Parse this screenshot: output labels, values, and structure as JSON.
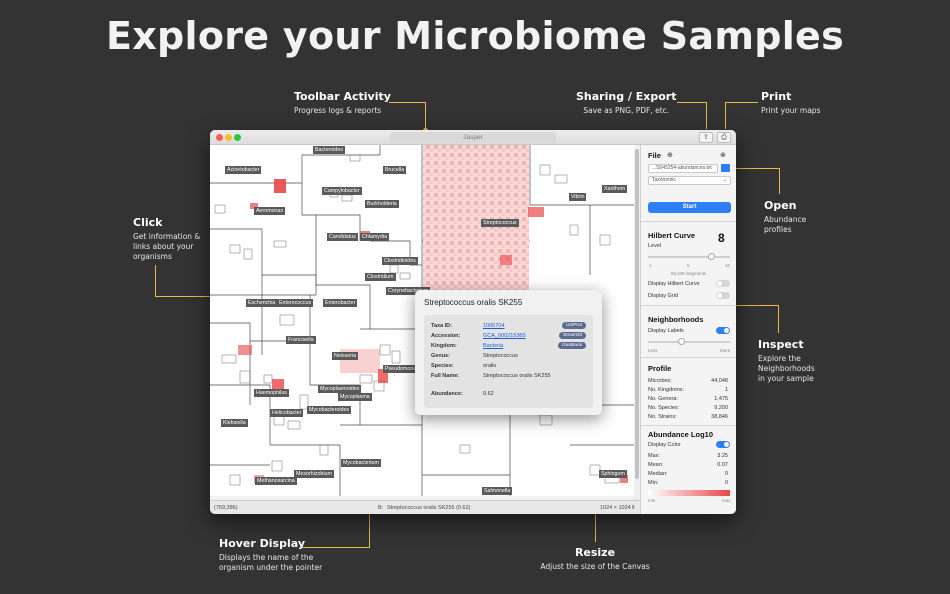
{
  "headline": "Explore your Microbiome Samples",
  "callouts": {
    "toolbar": {
      "title": "Toolbar Activity",
      "desc": "Progress logs & reports"
    },
    "sharing": {
      "title": "Sharing / Export",
      "desc": "Save as PNG, PDF, etc."
    },
    "print": {
      "title": "Print",
      "desc": "Print your maps"
    },
    "click": {
      "title": "Click",
      "desc1": "Get information &",
      "desc2": "links about your",
      "desc3": "organisms"
    },
    "open": {
      "title": "Open",
      "desc1": "Abundance",
      "desc2": "profiles"
    },
    "inspect": {
      "title": "Inspect",
      "desc1": "Explore the",
      "desc2": "Neighborhoods",
      "desc3": "in your sample"
    },
    "hover": {
      "title": "Hover Display",
      "desc1": "Displays the name of the",
      "desc2": "organism under the pointer"
    },
    "resize": {
      "title": "Resize",
      "desc": "Adjust the size of the Canvas"
    }
  },
  "window": {
    "title": "Jasper",
    "share_icon": "share-icon",
    "print_icon": "printer-icon"
  },
  "map_labels": {
    "bacteroides": "Bacteroides",
    "acinetobacter": "Acinetobacter",
    "brucella": "Brucella",
    "campylobacter": "Campylobacter",
    "burkholderia": "Burkholderia",
    "aeromonas": "Aeromonas",
    "candidatus": "Candidatus",
    "chlamydia": "Chlamydia",
    "clostridioides": "Clostridioides",
    "clostridium": "Clostridium",
    "corynebacterium": "Corynebacterium",
    "escherichia": "Escherichia",
    "enterococcus": "Enterococcus",
    "enterobacter": "Enterobacter",
    "francisella": "Francisella",
    "neisseria": "Neisseria",
    "pseudomonas": "Pseudomonas",
    "mycoplasma": "Mycoplasma",
    "mycoplasmoides": "Mycoplasmoides",
    "haemophilus": "Haemophilus",
    "mycobacteroides": "Mycobacteroides",
    "helicobacter": "Helicobacter",
    "klebsiella": "Klebsiella",
    "mycobacterium": "Mycobacterium",
    "mesorhizobium": "Mesorhizobium",
    "methanosarcina": "Methanosarcina",
    "streptococcus": "Streptococcus",
    "vibrio": "Vibrio",
    "xanthomonas": "Xanthom",
    "salmonella": "Salmonella",
    "sphingomonas": "Sphingom"
  },
  "statusbar": {
    "coords": "(759,386)",
    "hover_prefix": "B:",
    "hover_name": "Streptococcus oralis SK255 (0.62)",
    "size": "1024 × 1024"
  },
  "sidebar": {
    "file": {
      "label": "File",
      "filename": "...S045254-abundances.txt",
      "taxonomy": "Taxonomic",
      "start": "Start"
    },
    "hilbert": {
      "label": "Hilbert Curve",
      "level_label": "Level",
      "level_value": "8",
      "tick_min": "1",
      "tick_mid": "5",
      "tick_max": "10",
      "segments": "65,536 Segments",
      "display_curve": "Display Hilbert Curve",
      "display_grid": "Display Grid"
    },
    "neighborhoods": {
      "label": "Neighborhoods",
      "display_labels": "Display Labels",
      "less": "Less",
      "more": "More"
    },
    "profile": {
      "label": "Profile",
      "rows": [
        {
          "k": "Microbes:",
          "v": "44,048"
        },
        {
          "k": "No. Kingdoms:",
          "v": "1"
        },
        {
          "k": "No. Genera:",
          "v": "1,475"
        },
        {
          "k": "No. Species:",
          "v": "9,200"
        },
        {
          "k": "No. Strains:",
          "v": "38,846"
        }
      ]
    },
    "abundance": {
      "label": "Abundance Log10",
      "display_color": "Display Color",
      "rows": [
        {
          "k": "Max:",
          "v": "3.25"
        },
        {
          "k": "Mean:",
          "v": "0.07"
        },
        {
          "k": "Median:",
          "v": "0"
        },
        {
          "k": "Min:",
          "v": "0"
        }
      ],
      "min_label": "min",
      "max_label": "max"
    }
  },
  "popup": {
    "title": "Streptococcus oralis SK255",
    "rows": [
      {
        "k": "Taxa ID:",
        "v": "1005704"
      },
      {
        "k": "Accession:",
        "v": "GCA_000215365"
      },
      {
        "k": "Kingdom:",
        "v": "Bacteria"
      },
      {
        "k": "Genus:",
        "v": "Streptococcus"
      },
      {
        "k": "Species:",
        "v": "oralis"
      },
      {
        "k": "Full Name:",
        "v": "Streptococcus oralis SK255"
      },
      {
        "k": "Abundance:",
        "v": "0.62"
      }
    ],
    "pills": {
      "uniprot": "UniProt",
      "ensembl": "Ensembl",
      "genbank": "GenBank"
    }
  },
  "colors": {
    "accent": "#2d7ef7",
    "callout_line": "#e8b84a",
    "heat": "#e84848",
    "background": "#333333"
  }
}
